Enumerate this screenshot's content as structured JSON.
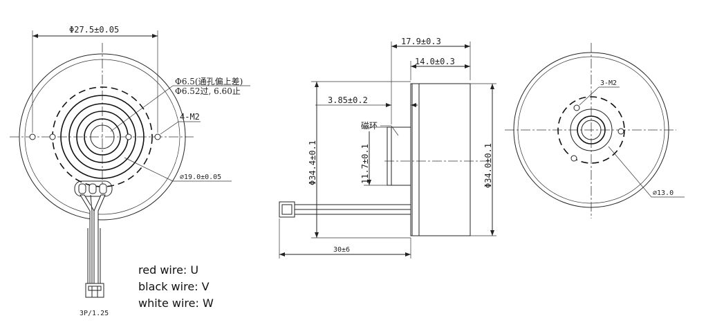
{
  "front_view": {
    "dia_27_5": "Φ27.5±0.05",
    "dia_6_5": "Φ6.5(通孔偏上差)",
    "dia_6_52": "Φ6.52过, 6.60止",
    "holes_4_m2": "4-M2",
    "dia_19_0": "⌀19.0±0.05",
    "connector_spec": "3P/1.25"
  },
  "side_view": {
    "len_17_9": "17.9±0.3",
    "len_14_0": "14.0±0.3",
    "len_3_85": "3.85±0.2",
    "magnet_ring": "磁环",
    "height_11_7": "11.7±0.1",
    "dia_34_4": "Φ34.4±0.1",
    "dia_34_0": "Φ34.0±0.1",
    "wire_len": "30±6"
  },
  "back_view": {
    "holes_3_m2": "3-M2",
    "dia_13_0": "⌀13.0"
  },
  "wire_notes": [
    "red wire: U",
    "black wire: V",
    "white wire: W"
  ]
}
